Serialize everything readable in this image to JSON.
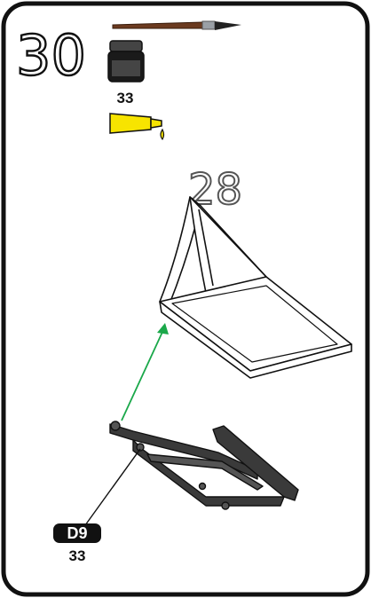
{
  "step": {
    "number": "30",
    "paint_code": "33",
    "brush_icon": "paintbrush-icon",
    "paint_pot_icon": "paint-pot-icon",
    "glue_icon": "glue-tube-icon"
  },
  "assembly": {
    "ref_part_number": "28",
    "part_id": "D9",
    "part_paint_code": "33",
    "arrow_color": "#1aa84a",
    "glue_color": "#f7e400"
  }
}
